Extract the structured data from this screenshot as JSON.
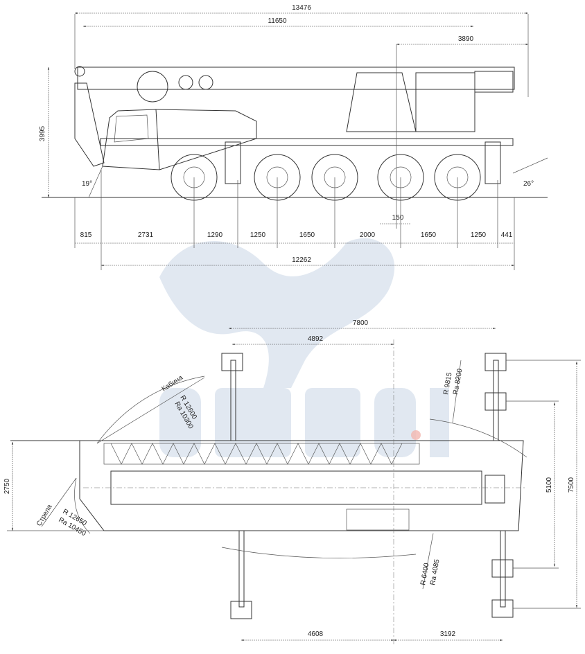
{
  "side_view": {
    "overall_length": "13476",
    "boom_length": "11650",
    "rear_overhang": "3890",
    "height": "3995",
    "approach_angle": "19°",
    "departure_angle": "26°",
    "offset": "150",
    "axle_spacings": [
      "815",
      "2731",
      "1290",
      "1250",
      "1650",
      "2000",
      "1650",
      "1250",
      "441"
    ],
    "chassis_length": "12262"
  },
  "top_view": {
    "outrigger_span_long": "7800",
    "front_outrigger_to_center": "4892",
    "rear_front_to_center": "4608",
    "rear_center_to_rear": "3192",
    "width": "2750",
    "outrigger_width_partial": "5100",
    "outrigger_width_full": "7500",
    "cab_label": "Кабина",
    "cab_radius": "R 12600",
    "cab_radius_a": "Ra 10300",
    "boom_label": "Стрела",
    "boom_radius": "R 12650",
    "boom_radius_a": "Ra 10450",
    "rear_radius": "R 9815",
    "rear_radius_a": "Ra 8200",
    "counterweight_radius": "R 6400",
    "counterweight_radius_a": "Ra 4085"
  },
  "colors": {
    "line": "#333333",
    "watermark": "#c9d6e6"
  }
}
